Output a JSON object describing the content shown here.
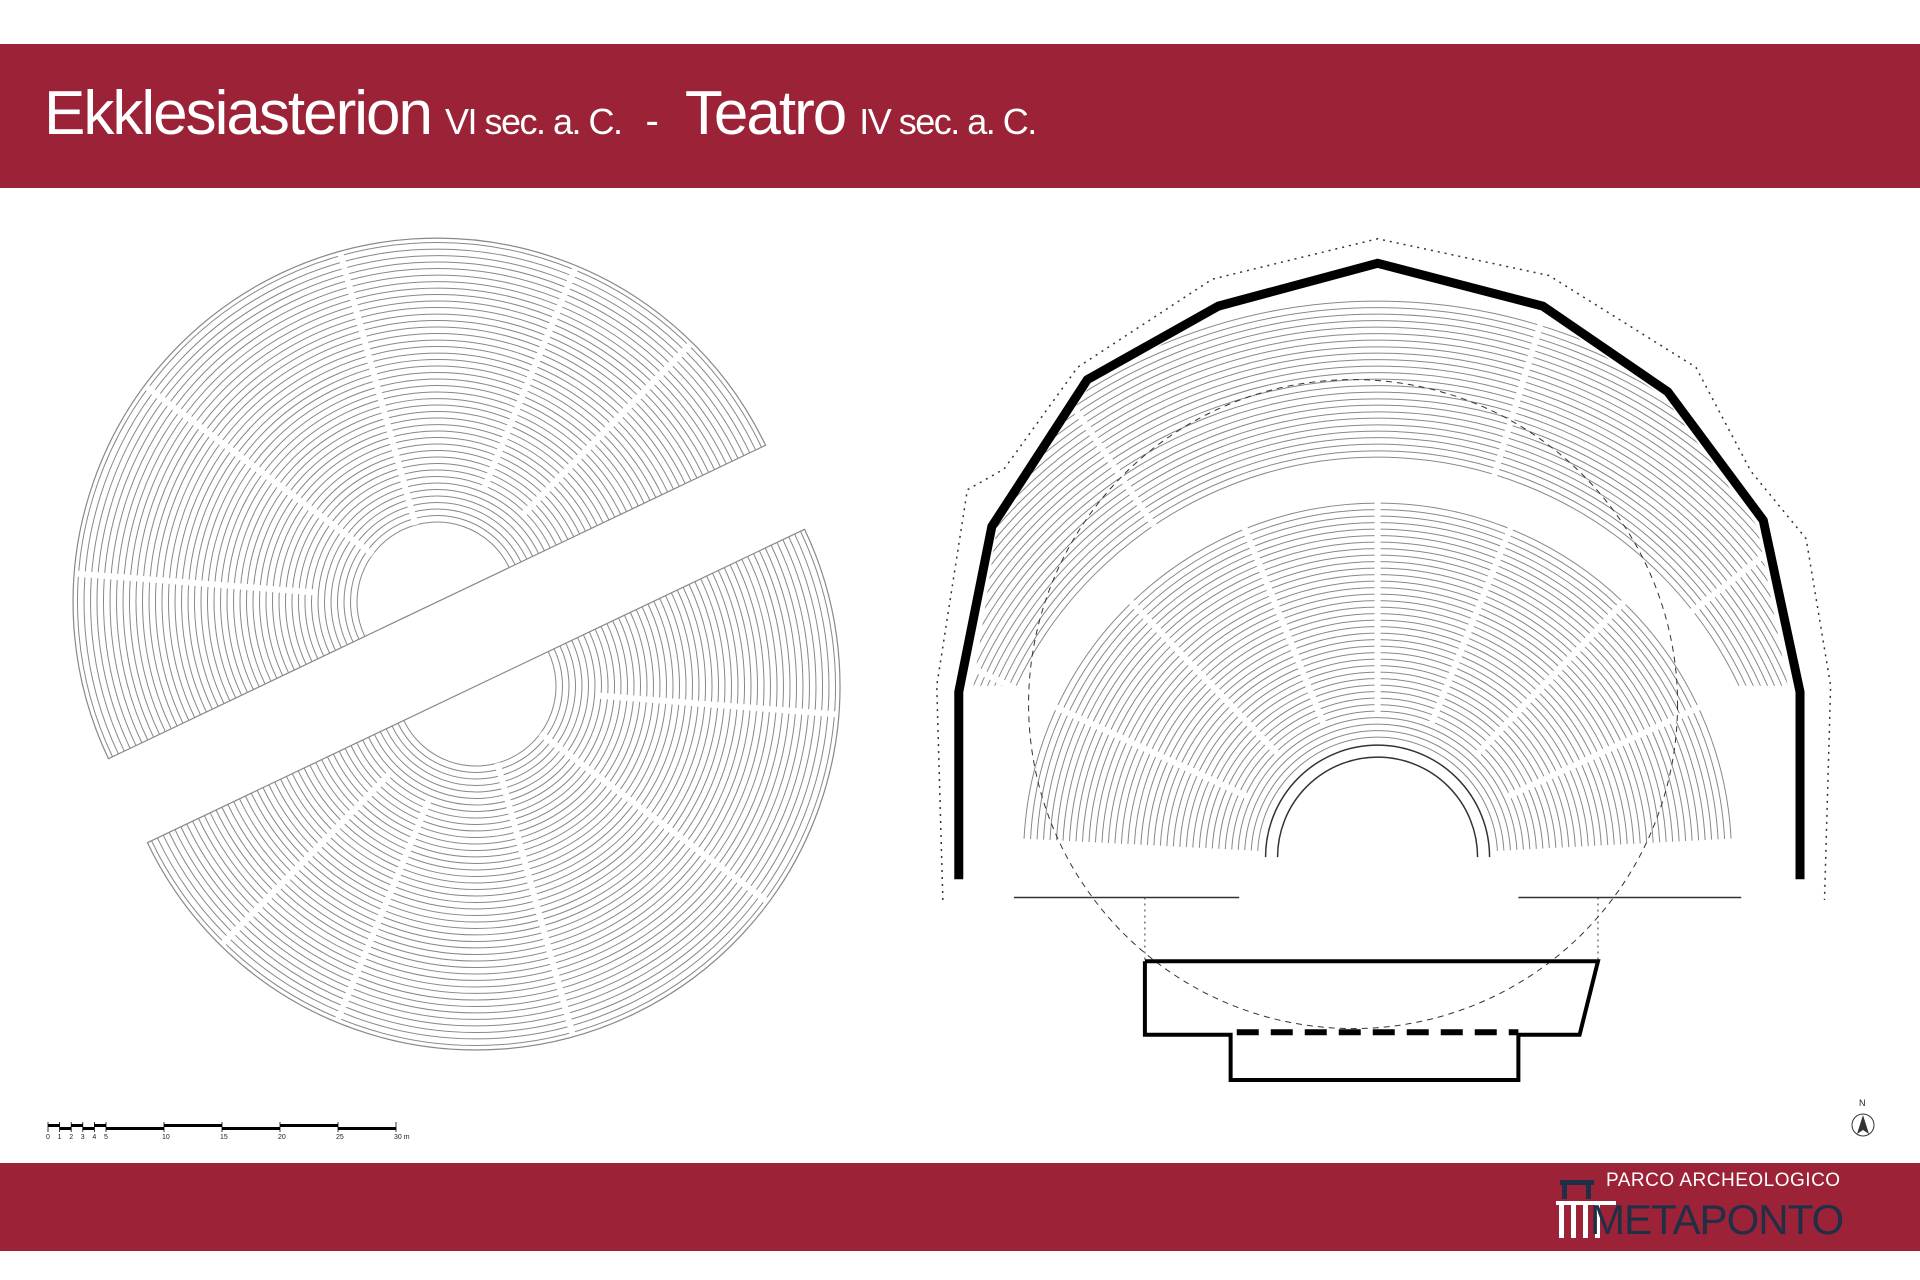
{
  "header": {
    "title1": "Ekklesiasterion",
    "date1": "VI sec. a. C.",
    "separator": "-",
    "title2": "Teatro",
    "date2": "IV sec. a. C."
  },
  "scale_bar": {
    "labels": [
      "0",
      "1",
      "2",
      "3",
      "4",
      "5",
      "10",
      "15",
      "20",
      "25",
      "30 m"
    ]
  },
  "north_arrow": {
    "label": "N"
  },
  "logo": {
    "line1": "PARCO ARCHEOLOGICO",
    "line2": "METAPONTO"
  },
  "colors": {
    "band": "#9c2237",
    "logo_text": "#1f2f45",
    "plan_line": "#888888"
  }
}
